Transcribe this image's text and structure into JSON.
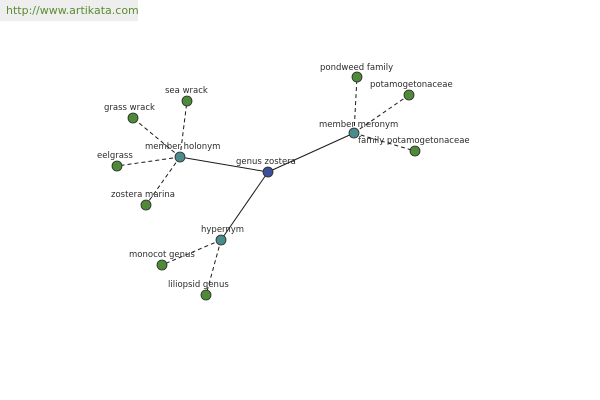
{
  "watermark": {
    "text": "http://www.artikata.com"
  },
  "colors": {
    "center": "#3b4f9a",
    "relation": "#4a8c8c",
    "leaf": "#4f8a3a",
    "node_outline": "#2a2a2a",
    "edge": "#1a1a1a"
  },
  "graph": {
    "center": {
      "label": "genus zostera"
    },
    "relations": [
      {
        "id": "member-holonym",
        "label": "member holonym",
        "leaves": [
          "grass wrack",
          "sea wrack",
          "eelgrass",
          "zostera marina"
        ]
      },
      {
        "id": "member-meronym",
        "label": "member meronym",
        "leaves": [
          "pondweed family",
          "potamogetonaceae",
          "family potamogetonaceae"
        ]
      },
      {
        "id": "hypernym",
        "label": "hypernym",
        "leaves": [
          "monocot genus",
          "liliopsid genus"
        ]
      }
    ]
  }
}
